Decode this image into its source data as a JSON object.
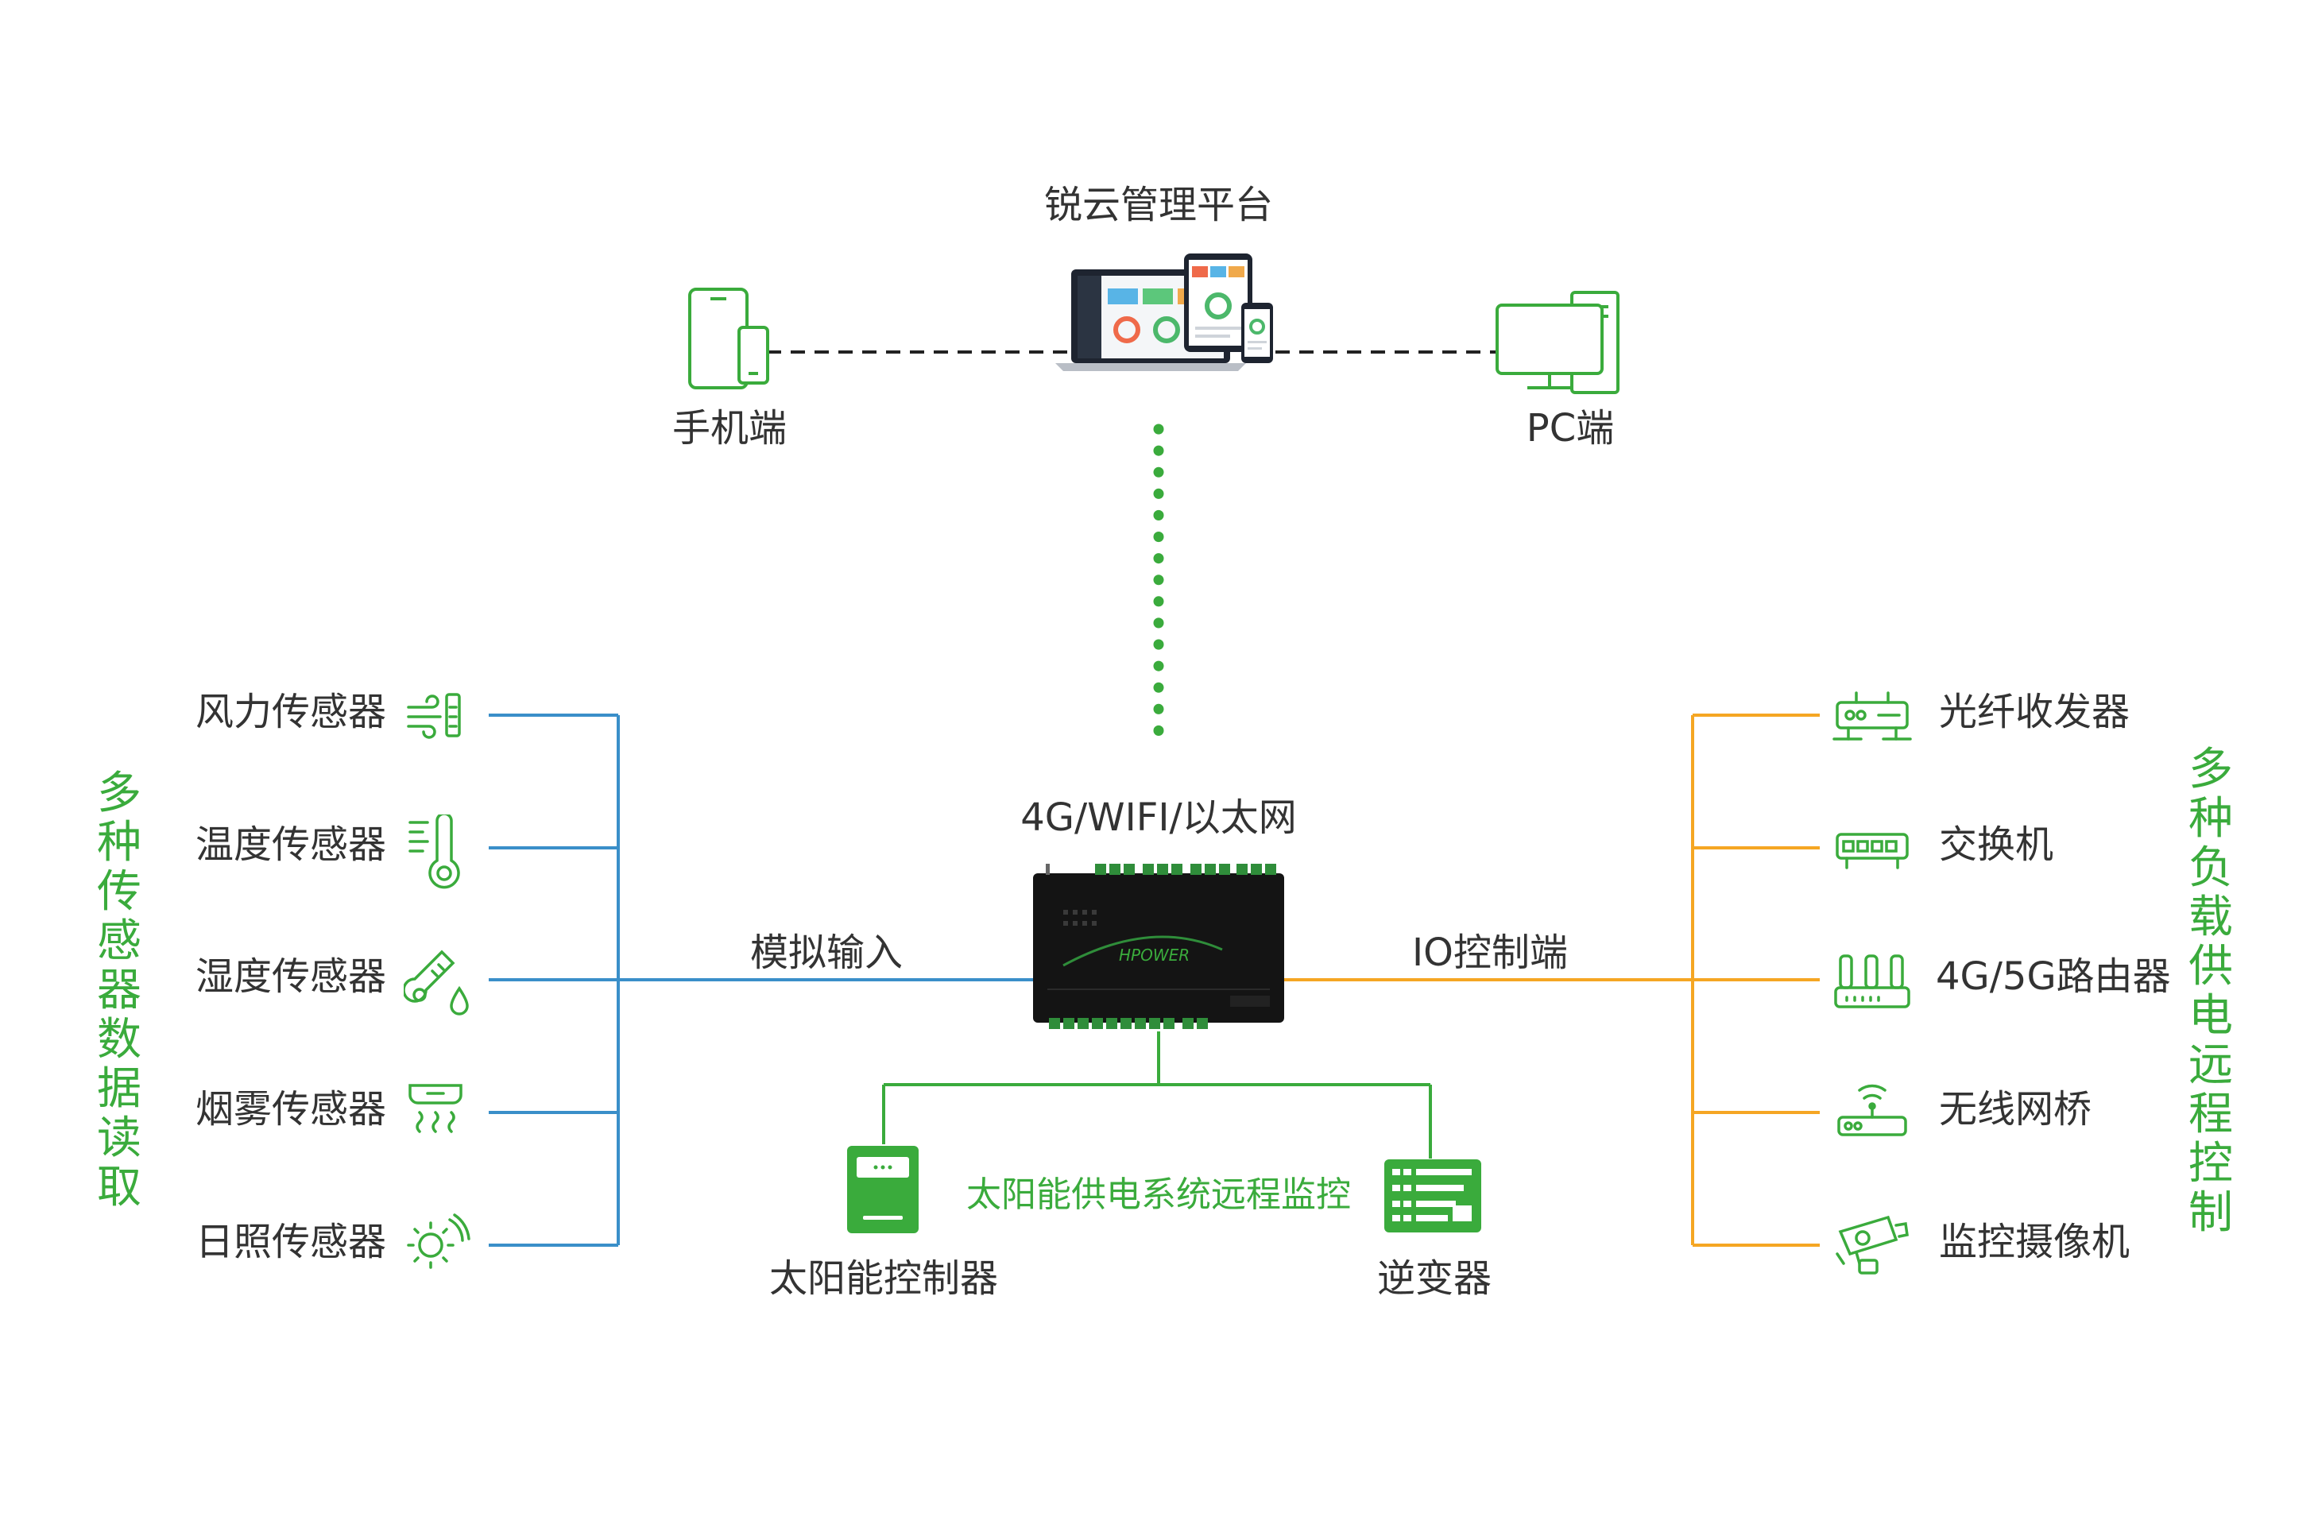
{
  "platform": {
    "title": "锐云管理平台",
    "mobile_label": "手机端",
    "pc_label": "PC端"
  },
  "gateway": {
    "network_label": "4G/WIFI/以太网",
    "logo_text": "HPOWER"
  },
  "sensors": {
    "group_label": "多种传感器数据读取",
    "input_label": "模拟输入",
    "items": [
      {
        "label": "风力传感器",
        "icon": "wind-sensor-icon"
      },
      {
        "label": "温度传感器",
        "icon": "thermometer-icon"
      },
      {
        "label": "湿度传感器",
        "icon": "humidity-sensor-icon"
      },
      {
        "label": "烟雾传感器",
        "icon": "smoke-detector-icon"
      },
      {
        "label": "日照传感器",
        "icon": "sun-icon"
      }
    ]
  },
  "loads": {
    "group_label": "多种负载供电远程控制",
    "control_label": "IO控制端",
    "items": [
      {
        "label": "光纤收发器",
        "icon": "fiber-transceiver-icon"
      },
      {
        "label": "交换机",
        "icon": "switch-icon"
      },
      {
        "label": "4G/5G路由器",
        "icon": "router-icon"
      },
      {
        "label": "无线网桥",
        "icon": "wireless-bridge-icon"
      },
      {
        "label": "监控摄像机",
        "icon": "camera-icon"
      }
    ]
  },
  "solar": {
    "system_label": "太阳能供电系统远程监控",
    "controller_label": "太阳能控制器",
    "inverter_label": "逆变器"
  },
  "colors": {
    "green": "#3aab3c",
    "blue": "#3a8fc9",
    "orange": "#f5a623",
    "text": "#333333",
    "dashed": "#222222"
  }
}
